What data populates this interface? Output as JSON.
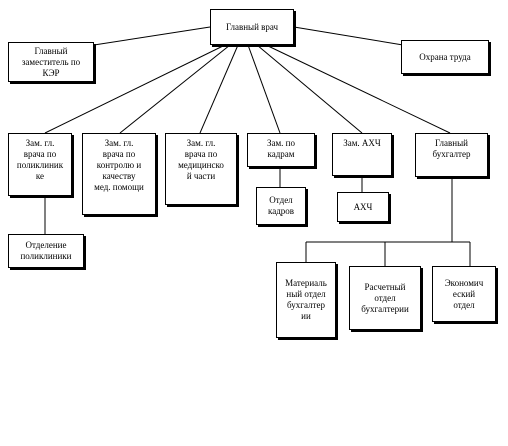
{
  "nodes": {
    "chief": "Главный врач",
    "deputy_ker": "Главный\nзаместитель по\nКЭР",
    "labor": "Охрана труда",
    "dep_poly": "Зам. гл.\nврача по\nполиклиник\nке",
    "dep_quality": "Зам. гл.\nврача по\nконтролю и\nкачеству\nмед. помощи",
    "dep_medical": "Зам. гл.\nврача по\nмедицинско\nй части",
    "dep_hr": "Зам. по\nкадрам",
    "dep_ahch": "Зам. АХЧ",
    "chief_accountant": "Главный\nбухгалтер",
    "poly_dept": "Отделение\nполиклиники",
    "hr_dept": "Отдел\nкадров",
    "ahch": "АХЧ",
    "material_dept": "Материаль\nный отдел\nбухгалтер\nии",
    "payroll_dept": "Расчетный\nотдел\nбухгалтерии",
    "economic_dept": "Экономич\nеский\nотдел"
  }
}
